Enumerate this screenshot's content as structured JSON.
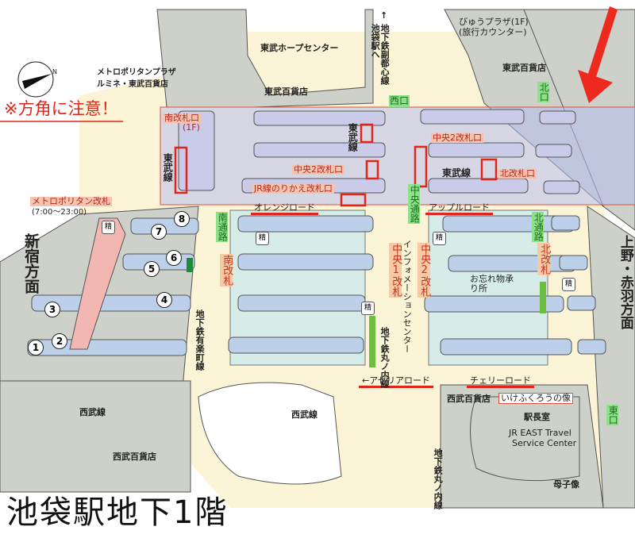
{
  "title": "池袋駅地下1階",
  "warning": "※方角に注意！",
  "compass_icon": "compass-north-icon",
  "colors": {
    "building": "#cdd1c9",
    "corridor": "#fbf4d6",
    "platform": "#bcd0ea",
    "highlight": "#c9cdf3",
    "accent_red": "#e0251b",
    "green": "#8fe08a"
  },
  "labels": {
    "metropolitan_plaza": "メトロポリタンプラザ",
    "lumine_tobu": "ルミネ・東武百貨店",
    "tobu_hope_center": "東武ホープセンター",
    "tobu_dept_1": "東武百貨店",
    "tobu_dept_2": "東武百貨店",
    "view_plaza": "びゅうプラザ(1F)",
    "view_plaza_sub": "(旅行カウンター)",
    "to_ikebukuro_arrow": "↑",
    "to_ikebukuro": "池袋駅へ",
    "fukutoshin_line": "地下鉄副都心線",
    "tobu_line_1": "東武線",
    "tobu_line_2": "東武線",
    "tobu_line_3": "東武線",
    "seibu_line_1": "西武線",
    "seibu_line_2": "西武線",
    "seibu_dept_1": "西武百貨店",
    "seibu_dept_2": "西武百貨店",
    "shinjuku_direction": "新宿方面",
    "ueno_direction": "上野・赤羽方面",
    "yurakucho_line": "地下鉄有楽町線",
    "marunouchi_line_1": "地下鉄丸ノ内線",
    "marunouchi_line_2": "地下鉄丸ノ内線",
    "information_center": "インフォメーションセンター",
    "lost_found": "お忘れ物承り所",
    "ikefukurou": "いけふくろうの像",
    "station_master": "駅長室",
    "jr_east_travel_1": "JR EAST Travel",
    "jr_east_travel_2": "Service Center",
    "boshizo": "母子像"
  },
  "gates": {
    "south_gate_1f": "南改札口",
    "south_gate_1f_floor": "(1F)",
    "central2_gate_a": "中央2改札口",
    "central2_gate_b": "中央2改札口",
    "north_gate_tobu": "北改札口",
    "jr_transfer_gate": "JR線のりかえ改札口",
    "metropolitan_gate": "メトロポリタン改札",
    "metropolitan_hours": "(7:00〜23:00)",
    "south_gate": "南改札",
    "central1_gate": "中央1改札",
    "central2_gate": "中央2改札",
    "north_gate": "北改札"
  },
  "exits": {
    "west": "西口",
    "north": "北口",
    "east": "東口",
    "central_passage": "中央通路",
    "south_passage": "南通路",
    "north_passage": "北通路"
  },
  "roads": {
    "orange": "オレンジロード",
    "apple": "アップルロード",
    "azalea": "←アゼリアロード",
    "cherry": "チェリーロード"
  },
  "platforms": [
    "1",
    "2",
    "3",
    "4",
    "5",
    "6",
    "7",
    "8"
  ],
  "fare_adjust": "精"
}
